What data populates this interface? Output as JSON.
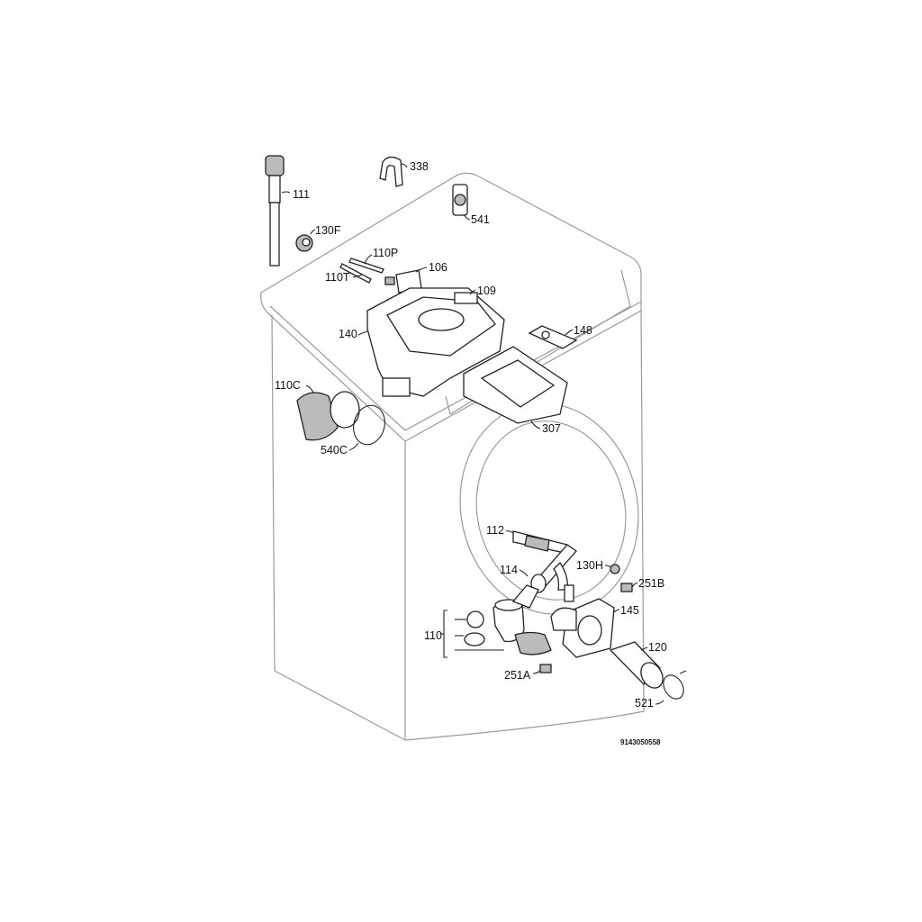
{
  "diagram": {
    "labels": {
      "p111": "111",
      "p338": "338",
      "p541": "541",
      "p130F": "130F",
      "p110P": "110P",
      "p106": "106",
      "p110T": "110T",
      "p109": "109",
      "p140": "140",
      "p148": "148",
      "p110C": "110C",
      "p540C": "540C",
      "p307": "307",
      "p112": "112",
      "p114": "114",
      "p130H": "130H",
      "p251B": "251B",
      "p145": "145",
      "p110": "110",
      "p120": "120",
      "p251A": "251A",
      "p521": "521"
    },
    "drawing_code": "9143050558"
  }
}
